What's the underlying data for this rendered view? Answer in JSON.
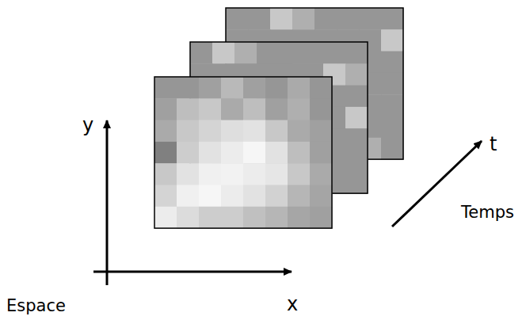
{
  "diagram": {
    "labels": [
      "y",
      "x",
      "t",
      "Temps",
      "Espace"
    ]
  }
}
